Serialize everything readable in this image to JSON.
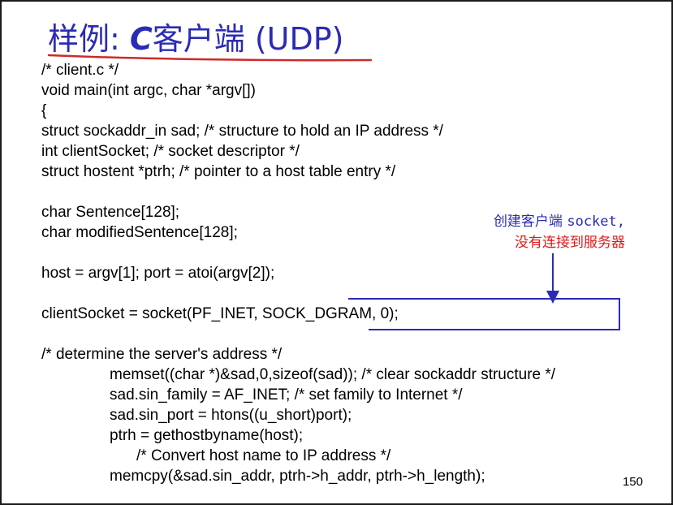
{
  "title": {
    "prefix": "样例: ",
    "italic": "C",
    "rest": "客户端 (UDP)"
  },
  "code_lines": [
    {
      "indent": 0,
      "text": "/* client.c */"
    },
    {
      "indent": 0,
      "text": "void main(int argc, char *argv[])"
    },
    {
      "indent": 0,
      "text": "{"
    },
    {
      "indent": 0,
      "text": "struct sockaddr_in sad; /* structure to hold an IP address */"
    },
    {
      "indent": 0,
      "text": "int clientSocket; /* socket descriptor */"
    },
    {
      "indent": 0,
      "text": "struct hostent *ptrh; /* pointer to a host table entry */"
    },
    {
      "indent": 0,
      "text": ""
    },
    {
      "indent": 0,
      "text": "char Sentence[128];"
    },
    {
      "indent": 0,
      "text": "char modifiedSentence[128];"
    },
    {
      "indent": 0,
      "text": ""
    },
    {
      "indent": 0,
      "text": "host = argv[1]; port = atoi(argv[2]);"
    },
    {
      "indent": 0,
      "text": ""
    },
    {
      "indent": 0,
      "text": "clientSocket = socket(PF_INET, SOCK_DGRAM, 0);"
    },
    {
      "indent": 0,
      "text": ""
    },
    {
      "indent": 0,
      "text": "/* determine the server's address */"
    },
    {
      "indent": 1,
      "text": "memset((char *)&sad,0,sizeof(sad)); /* clear sockaddr structure */"
    },
    {
      "indent": 1,
      "text": "sad.sin_family = AF_INET; /* set family to Internet */"
    },
    {
      "indent": 1,
      "text": "sad.sin_port = htons((u_short)port);"
    },
    {
      "indent": 1,
      "text": "ptrh = gethostbyname(host);"
    },
    {
      "indent": 2,
      "text": "/* Convert host name to IP address */"
    },
    {
      "indent": 1,
      "text": "memcpy(&sad.sin_addr, ptrh->h_addr, ptrh->h_length);"
    }
  ],
  "callout": {
    "line1_prefix": "创建客户端 ",
    "line1_mono": "socket,",
    "line2": "没有连接到服务器"
  },
  "page_number": "150",
  "colors": {
    "title_blue": "#2b2bb5",
    "underline_red": "#cc2a2a",
    "annotation_blue": "#2b2bb5",
    "annotation_red": "#e01818"
  }
}
